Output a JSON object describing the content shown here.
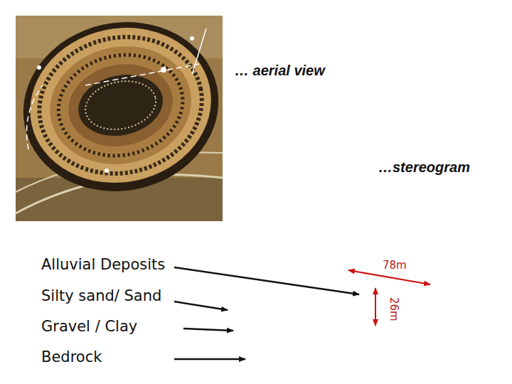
{
  "diagram": {
    "labels": [
      "… aerial view",
      "…stereogram",
      "Alluvial Deposits",
      "Silty sand/ Sand",
      "Gravel / Clay",
      "Bedrock",
      "78m",
      "26m"
    ]
  }
}
